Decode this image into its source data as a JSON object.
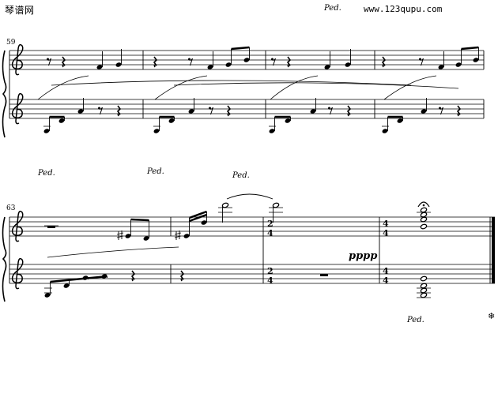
{
  "header": {
    "site_name": "琴谱网",
    "site_url": "www.123qupu.com"
  },
  "systems": [
    {
      "measure_number": "59"
    },
    {
      "measure_number": "63"
    }
  ],
  "markings": {
    "pedal": "Ped.",
    "pedal_release": "❄",
    "dynamic": "pppp",
    "time_sig_a_top": "2",
    "time_sig_a_bottom": "4",
    "time_sig_b_top": "4",
    "time_sig_b_bottom": "4"
  }
}
